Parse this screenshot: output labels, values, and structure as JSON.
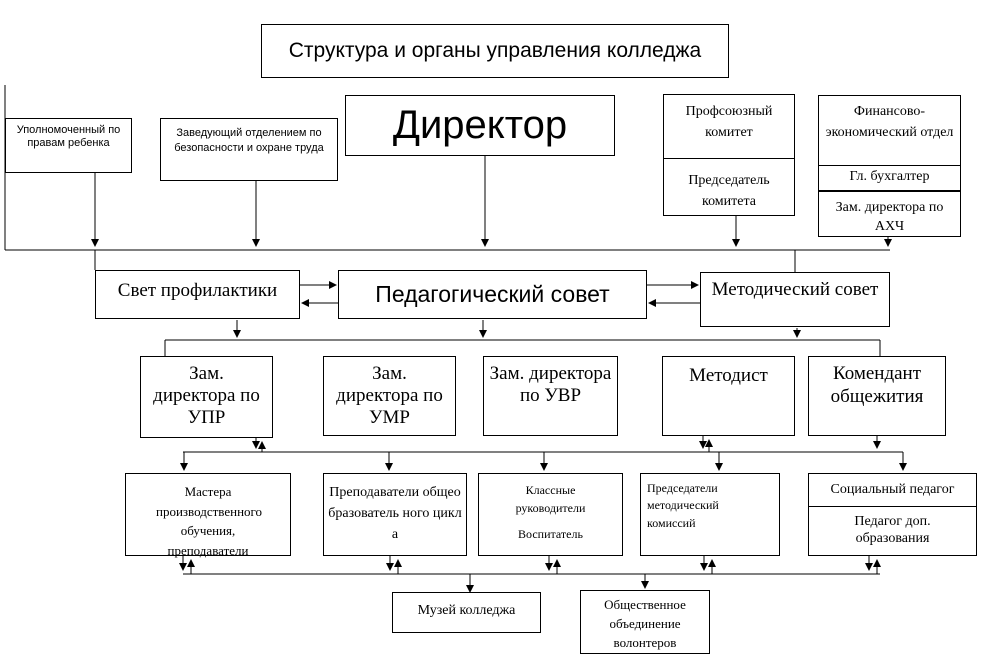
{
  "title": "Структура и органы управления колледжа",
  "top": {
    "ombudsman": "Уполномоченный по правам ребенка",
    "safety_head": "Заведующий отделением по безопасности и охране труда",
    "director": "Директор",
    "union": {
      "name": "Профсоюзный комитет",
      "chair": "Председатель комитета"
    },
    "finance": {
      "name": "Финансово-экономический отдел",
      "accountant": "Гл. бухгалтер",
      "deputy_ahch": "Зам. директора по АХЧ"
    }
  },
  "councils": {
    "prevention": "Свет профилактики",
    "pedagogical": "Педагогический совет",
    "methodical": "Методический совет"
  },
  "deputies": [
    "Зам. директора по УПР",
    "Зам. директора по УМР",
    "Зам. директора по УВР",
    "Методист",
    "Комендант общежития"
  ],
  "staff": {
    "masters": "Мастера производственного обучения, преподаватели",
    "teachers": "Преподаватели общеобразователь ного цикла",
    "class_leaders": "Классные руководители",
    "educator": "Воспитатель",
    "commission_chairs": "Председатели методический комиссий",
    "social_pedagogue": "Социальный педагог",
    "extra_ed_pedagogue": "Педагог доп. образования"
  },
  "bottom": {
    "museum": "Музей колледжа",
    "volunteers": "Общественное объединение волонтеров"
  }
}
